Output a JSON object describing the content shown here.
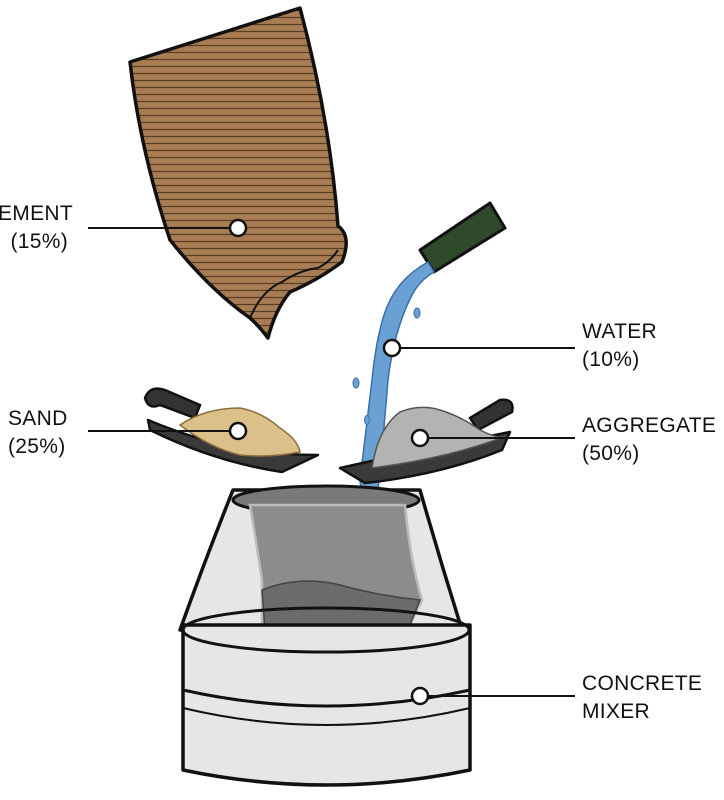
{
  "diagram": {
    "components": [
      {
        "id": "cement",
        "name": "EMENT",
        "share": "(15%)",
        "color": "#a87d54"
      },
      {
        "id": "water",
        "name": "WATER",
        "share": "(10%)",
        "color": "#6aa0d4"
      },
      {
        "id": "sand",
        "name": "SAND",
        "share": "(25%)",
        "color": "#dcc08a"
      },
      {
        "id": "aggregate",
        "name": "AGGREGATE",
        "share": "(50%)",
        "color": "#b3b3b3"
      },
      {
        "id": "mixer",
        "name": "CONCRETE",
        "share": "MIXER",
        "color": "#e6e6e6"
      }
    ],
    "hose_color": "#2f4a2a",
    "outline_color": "#111111"
  }
}
